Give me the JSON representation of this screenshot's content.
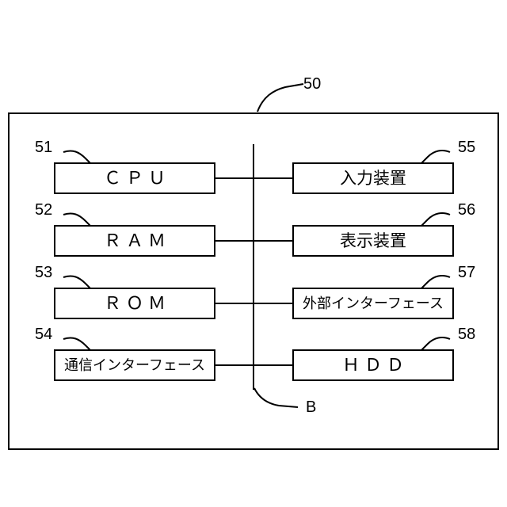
{
  "diagram": {
    "title_ref": "50",
    "bus_ref": "B",
    "outer_frame": {
      "name": "device-frame"
    },
    "boxes": [
      {
        "id": "cpu",
        "ref": "51",
        "label": "ＣＰＵ",
        "style": "wide-letters",
        "side": "left"
      },
      {
        "id": "ram",
        "ref": "52",
        "label": "ＲＡＭ",
        "style": "wide-letters",
        "side": "left"
      },
      {
        "id": "rom",
        "ref": "53",
        "label": "ＲＯＭ",
        "style": "wide-letters",
        "side": "left"
      },
      {
        "id": "comm-if",
        "ref": "54",
        "label": "通信インターフェース",
        "style": "jp-small",
        "side": "left"
      },
      {
        "id": "input-dev",
        "ref": "55",
        "label": "入力装置",
        "style": "jp",
        "side": "right"
      },
      {
        "id": "display-dev",
        "ref": "56",
        "label": "表示装置",
        "style": "jp",
        "side": "right"
      },
      {
        "id": "ext-if",
        "ref": "57",
        "label": "外部インターフェース",
        "style": "jp-small",
        "side": "right"
      },
      {
        "id": "hdd",
        "ref": "58",
        "label": "ＨＤＤ",
        "style": "wide-letters",
        "side": "right"
      }
    ]
  }
}
